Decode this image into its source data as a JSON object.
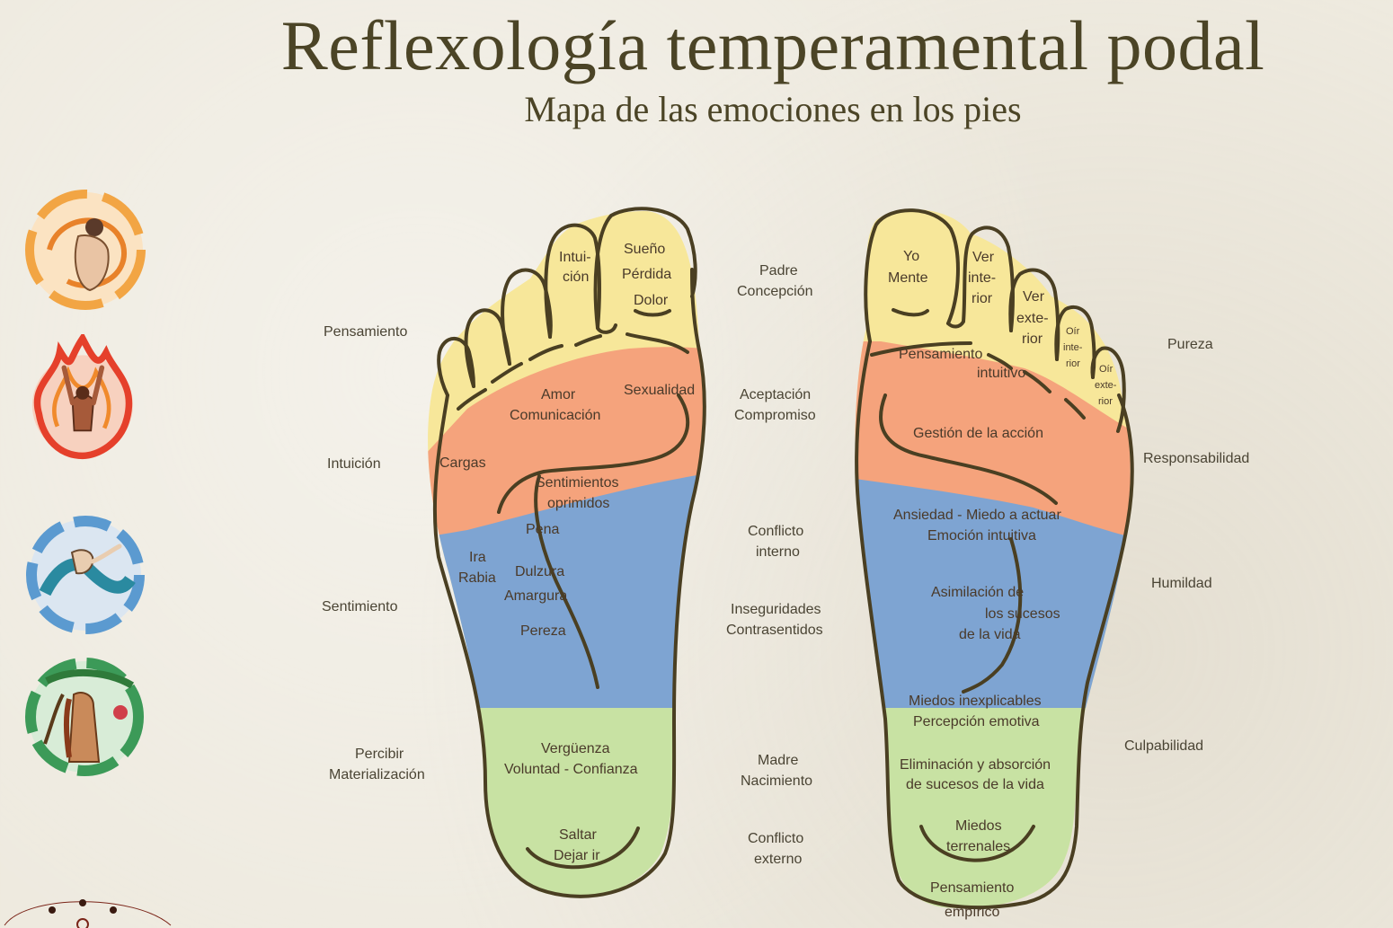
{
  "header": {
    "title": "Reflexología temperamental podal",
    "subtitle": "Mapa de las emociones en los pies"
  },
  "colors": {
    "yellow": "#f7e79a",
    "orange": "#f5a37c",
    "blue": "#7ea4d2",
    "green": "#c8e2a3",
    "outline": "#4a3f22"
  },
  "temperaments": [
    {
      "icon": "air-figure-icon",
      "color": "#f2a544"
    },
    {
      "icon": "fire-figure-icon",
      "color": "#e5402b"
    },
    {
      "icon": "water-figure-icon",
      "color": "#5b9ad0"
    },
    {
      "icon": "earth-figure-icon",
      "color": "#3c9a58"
    }
  ],
  "left_side_labels": {
    "pensamiento": "Pensamiento",
    "intuicion": "Intuición",
    "sentimiento": "Sentimiento",
    "percibir": "Percibir",
    "materializacion": "Materialización"
  },
  "center_labels": {
    "padre": "Padre",
    "concepcion": "Concepción",
    "aceptacion": "Aceptación",
    "compromiso": "Compromiso",
    "conflicto": "Conflicto",
    "interno": "interno",
    "inseguridades": "Inseguridades",
    "contrasentidos": "Contrasentidos",
    "madre": "Madre",
    "nacimiento": "Nacimiento",
    "conflicto2": "Conflicto",
    "externo": "externo"
  },
  "right_side_labels": {
    "pureza": "Pureza",
    "responsabilidad": "Responsabilidad",
    "humildad": "Humildad",
    "culpabilidad": "Culpabilidad"
  },
  "left_foot": {
    "intuicion_1": "Intui-",
    "intuicion_2": "ción",
    "sueno": "Sueño",
    "perdida": "Pérdida",
    "dolor": "Dolor",
    "amor": "Amor",
    "comunicacion": "Comunicación",
    "sexualidad": "Sexualidad",
    "cargas": "Cargas",
    "sentimientos": "Sentimientos",
    "oprimidos": "oprimidos",
    "pena": "Pena",
    "ira": "Ira",
    "rabia": "Rabia",
    "dulzura": "Dulzura",
    "amargura": "Amargura",
    "pereza": "Pereza",
    "verguenza": "Vergüenza",
    "voluntad": "Voluntad - Confianza",
    "saltar": "Saltar",
    "dejar": "Dejar ir"
  },
  "right_foot": {
    "yo": "Yo",
    "mente": "Mente",
    "ver": "Ver",
    "inte": "inte-",
    "rior": "rior",
    "ver2": "Ver",
    "exte": "exte-",
    "rior2": "rior",
    "oir1": "Oír",
    "oir1b": "inte-",
    "oir1c": "rior",
    "oir2": "Oír",
    "oir2b": "exte-",
    "oir2c": "rior",
    "pensamiento": "Pensamiento",
    "intuitivo": "intuitivo",
    "gestion": "Gestión de la acción",
    "ansiedad": "Ansiedad - Miedo a actuar",
    "emocion": "Emoción intuitiva",
    "asimilacion": "Asimilación de",
    "sucesos": "los sucesos",
    "vida": "de la vida",
    "miedos_inex": "Miedos inexplicables",
    "percepcion": "Percepción emotiva",
    "eliminacion": "Eliminación y absorción",
    "de_sucesos": "de sucesos de la vida",
    "miedos": "Miedos",
    "terrenales": "terrenales",
    "pens_emp": "Pensamiento",
    "empirico": "empírico"
  }
}
